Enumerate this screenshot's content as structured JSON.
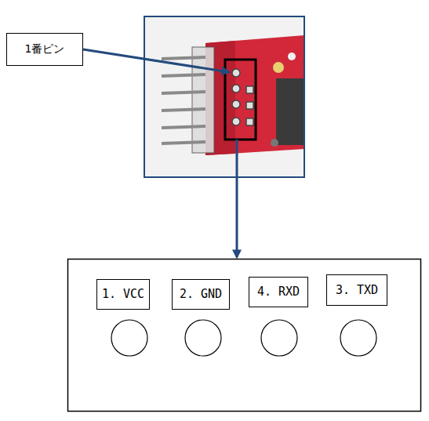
{
  "diagram": {
    "nodes": [
      {
        "text": [
          "1番ピン"
        ]
      },
      {
        "text": [
          "1. VCC"
        ]
      },
      {
        "text": [
          "2. GND"
        ]
      },
      {
        "text": [
          "4. RXD"
        ]
      },
      {
        "text": [
          "3. TXD"
        ]
      }
    ]
  }
}
